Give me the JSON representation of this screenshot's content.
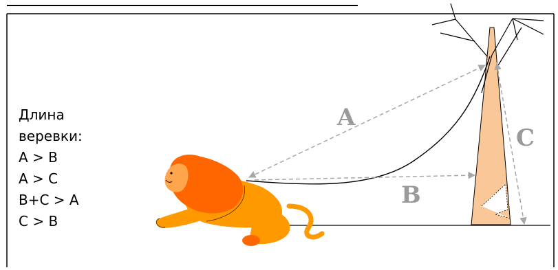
{
  "title_fragment": "",
  "caption": {
    "heading_line1": "Длина",
    "heading_line2": "веревки:",
    "relations": [
      "A > B",
      "A > C",
      "B+C > A",
      "C > B"
    ]
  },
  "distance_labels": {
    "a": "A",
    "b": "B",
    "c": "C"
  },
  "colors": {
    "arrow": "#a6a6a6",
    "letters": "#9a9a9a",
    "tree_fill": "#fac898",
    "lion_body": "#ff9900",
    "lion_mane": "#ff6600",
    "frame": "#000000"
  },
  "icons": {
    "tree": "tree-trunk-icon",
    "lion": "lion-icon"
  }
}
